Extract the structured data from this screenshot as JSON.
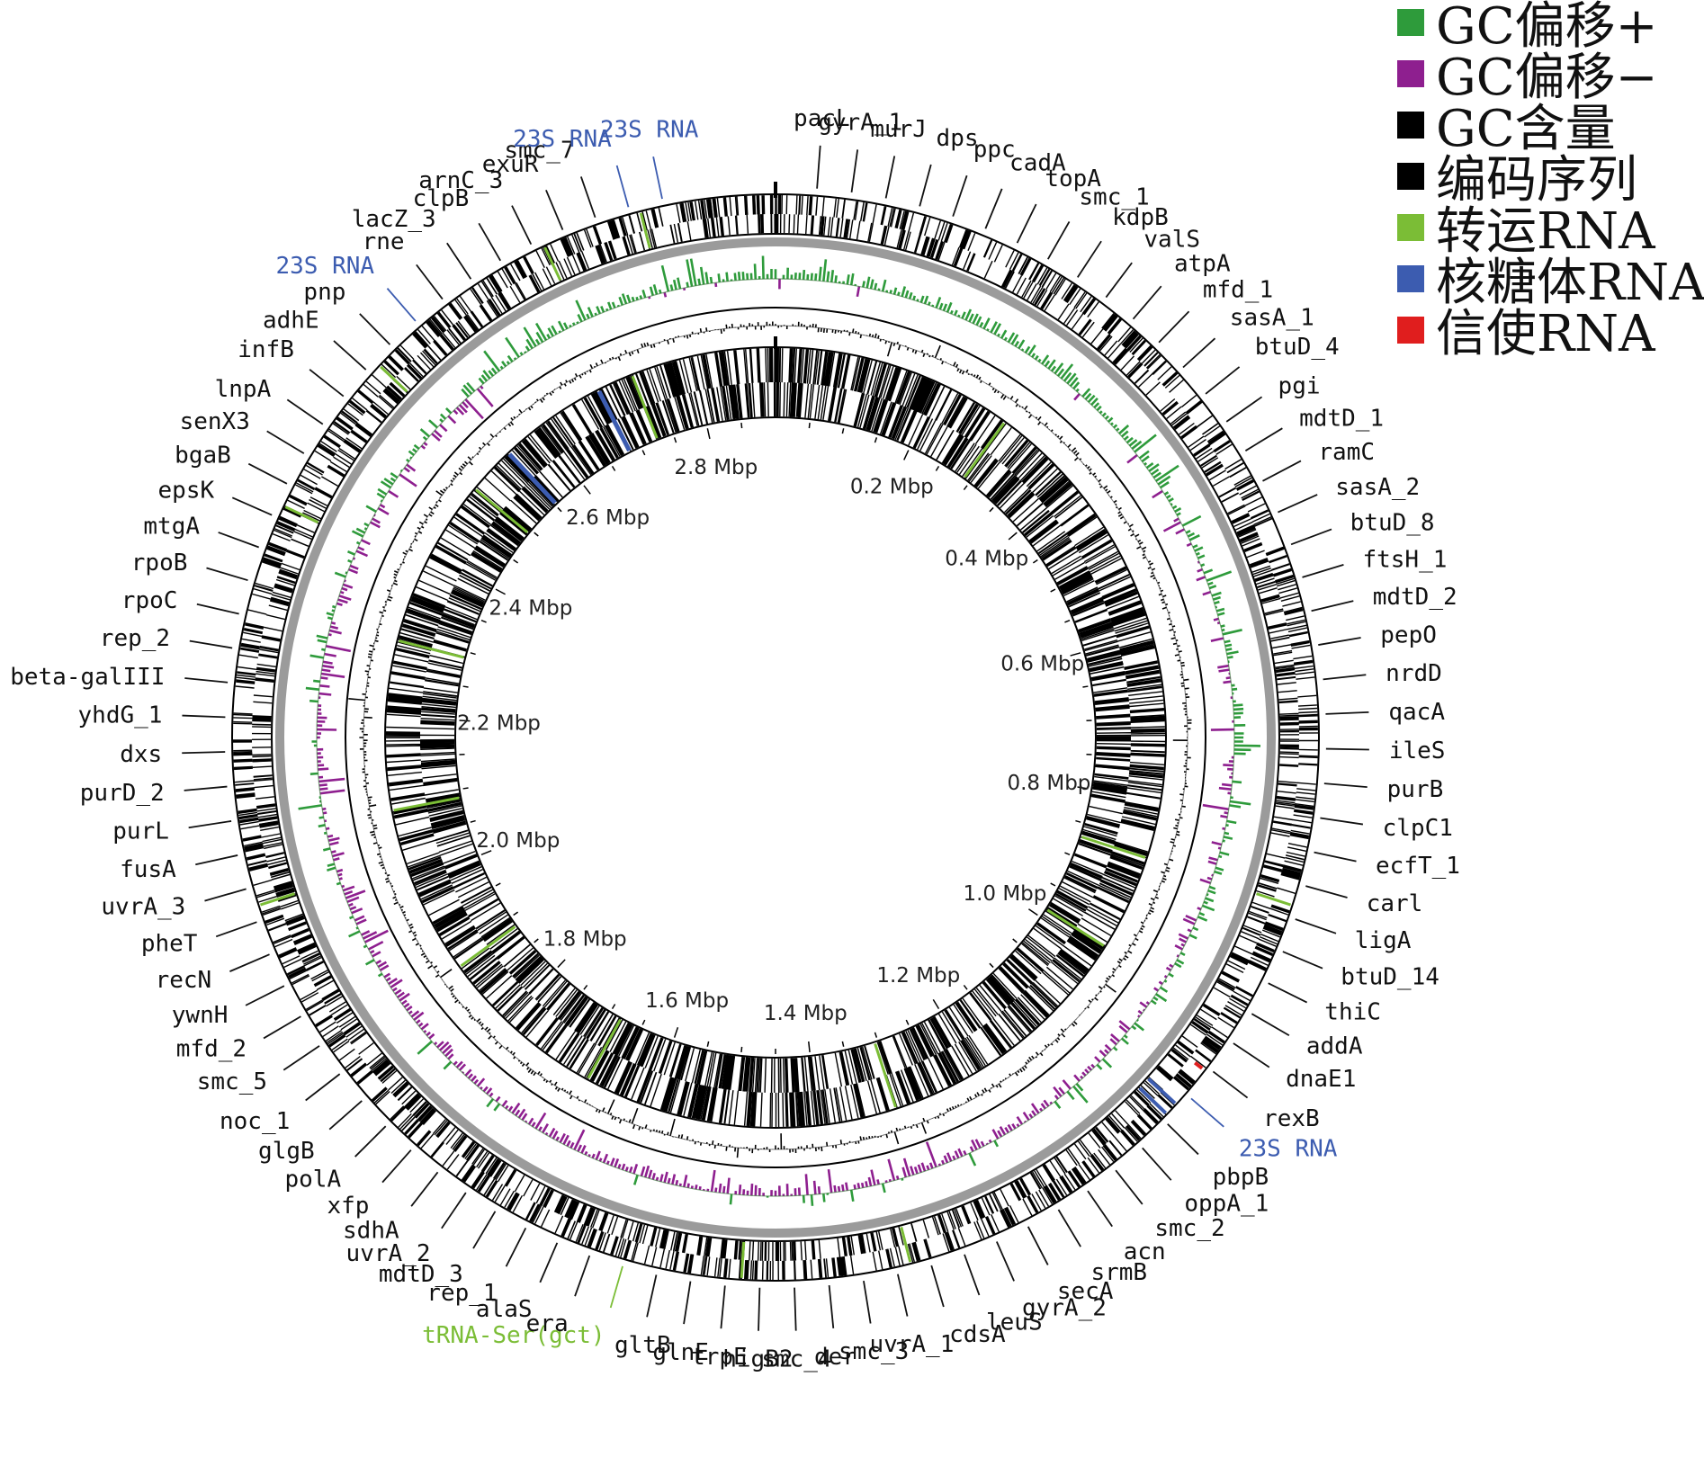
{
  "colors": {
    "gc_skew_plus": "#2e9b3b",
    "gc_skew_minus": "#8e1f8f",
    "gc_content": "#000000",
    "cds": "#000000",
    "trna": "#7bbd36",
    "rrna": "#3c5cb0",
    "mrna": "#e01e1e",
    "backbone": "#9b9b9b"
  },
  "legend": [
    {
      "label": "GC偏移+",
      "color": "#2e9b3b"
    },
    {
      "label": "GC偏移−",
      "color": "#8e1f8f"
    },
    {
      "label": "GC含量",
      "color": "#000000"
    },
    {
      "label": "编码序列",
      "color": "#000000"
    },
    {
      "label": "转运RNA",
      "color": "#7bbd36"
    },
    {
      "label": "核糖体RNA",
      "color": "#3c5cb0"
    },
    {
      "label": "信使RNA",
      "color": "#e01e1e"
    }
  ],
  "scale_labels": [
    "0.2 Mbp",
    "0.4 Mbp",
    "0.6 Mbp",
    "0.8 Mbp",
    "1.0 Mbp",
    "1.2 Mbp",
    "1.4 Mbp",
    "1.6 Mbp",
    "1.8 Mbp",
    "2.0 Mbp",
    "2.2 Mbp",
    "2.4 Mbp",
    "2.6 Mbp",
    "2.8 Mbp"
  ],
  "scale_positions_mbp": [
    0.2,
    0.4,
    0.6,
    0.8,
    1.0,
    1.2,
    1.4,
    1.6,
    1.8,
    2.0,
    2.2,
    2.4,
    2.6,
    2.8
  ],
  "genome_length_mbp": 2.9,
  "gene_labels": [
    {
      "name": "pacL",
      "type": "cds"
    },
    {
      "name": "gyrA_1",
      "type": "cds"
    },
    {
      "name": "murJ",
      "type": "cds"
    },
    {
      "name": "dps",
      "type": "cds"
    },
    {
      "name": "ppc",
      "type": "cds"
    },
    {
      "name": "cadA",
      "type": "cds"
    },
    {
      "name": "topA",
      "type": "cds"
    },
    {
      "name": "smc_1",
      "type": "cds"
    },
    {
      "name": "kdpB",
      "type": "cds"
    },
    {
      "name": "valS",
      "type": "cds"
    },
    {
      "name": "atpA",
      "type": "cds"
    },
    {
      "name": "mfd_1",
      "type": "cds"
    },
    {
      "name": "sasA_1",
      "type": "cds"
    },
    {
      "name": "btuD_4",
      "type": "cds"
    },
    {
      "name": "pgi",
      "type": "cds"
    },
    {
      "name": "mdtD_1",
      "type": "cds"
    },
    {
      "name": "ramC",
      "type": "cds"
    },
    {
      "name": "sasA_2",
      "type": "cds"
    },
    {
      "name": "btuD_8",
      "type": "cds"
    },
    {
      "name": "ftsH_1",
      "type": "cds"
    },
    {
      "name": "mdtD_2",
      "type": "cds"
    },
    {
      "name": "pepO",
      "type": "cds"
    },
    {
      "name": "nrdD",
      "type": "cds"
    },
    {
      "name": "qacA",
      "type": "cds"
    },
    {
      "name": "ileS",
      "type": "cds"
    },
    {
      "name": "purB",
      "type": "cds"
    },
    {
      "name": "clpC1",
      "type": "cds"
    },
    {
      "name": "ecfT_1",
      "type": "cds"
    },
    {
      "name": "carl",
      "type": "cds"
    },
    {
      "name": "ligA",
      "type": "cds"
    },
    {
      "name": "btuD_14",
      "type": "cds"
    },
    {
      "name": "thiC",
      "type": "cds"
    },
    {
      "name": "addA",
      "type": "cds"
    },
    {
      "name": "dnaE1",
      "type": "cds"
    },
    {
      "name": "rexB",
      "type": "cds"
    },
    {
      "name": "23S RNA",
      "type": "rrna"
    },
    {
      "name": "pbpB",
      "type": "cds"
    },
    {
      "name": "oppA_1",
      "type": "cds"
    },
    {
      "name": "smc_2",
      "type": "cds"
    },
    {
      "name": "acn",
      "type": "cds"
    },
    {
      "name": "srmB",
      "type": "cds"
    },
    {
      "name": "secA",
      "type": "cds"
    },
    {
      "name": "gyrA_2",
      "type": "cds"
    },
    {
      "name": "leuS",
      "type": "cds"
    },
    {
      "name": "cdsA",
      "type": "cds"
    },
    {
      "name": "uvrA_1",
      "type": "cds"
    },
    {
      "name": "smc_3",
      "type": "cds"
    },
    {
      "name": "der",
      "type": "cds"
    },
    {
      "name": "smc_4",
      "type": "cds"
    },
    {
      "name": "higB2",
      "type": "cds"
    },
    {
      "name": "trpE",
      "type": "cds"
    },
    {
      "name": "glnE",
      "type": "cds"
    },
    {
      "name": "gltB",
      "type": "cds"
    },
    {
      "name": "tRNA-Ser(gct)",
      "type": "trna"
    },
    {
      "name": "era",
      "type": "cds"
    },
    {
      "name": "alaS",
      "type": "cds"
    },
    {
      "name": "rep_1",
      "type": "cds"
    },
    {
      "name": "mdtD_3",
      "type": "cds"
    },
    {
      "name": "uvrA_2",
      "type": "cds"
    },
    {
      "name": "sdhA",
      "type": "cds"
    },
    {
      "name": "xfp",
      "type": "cds"
    },
    {
      "name": "polA",
      "type": "cds"
    },
    {
      "name": "glgB",
      "type": "cds"
    },
    {
      "name": "noc_1",
      "type": "cds"
    },
    {
      "name": "smc_5",
      "type": "cds"
    },
    {
      "name": "mfd_2",
      "type": "cds"
    },
    {
      "name": "ywnH",
      "type": "cds"
    },
    {
      "name": "recN",
      "type": "cds"
    },
    {
      "name": "pheT",
      "type": "cds"
    },
    {
      "name": "uvrA_3",
      "type": "cds"
    },
    {
      "name": "fusA",
      "type": "cds"
    },
    {
      "name": "purL",
      "type": "cds"
    },
    {
      "name": "purD_2",
      "type": "cds"
    },
    {
      "name": "dxs",
      "type": "cds"
    },
    {
      "name": "yhdG_1",
      "type": "cds"
    },
    {
      "name": "beta-galIII",
      "type": "cds"
    },
    {
      "name": "rep_2",
      "type": "cds"
    },
    {
      "name": "rpoC",
      "type": "cds"
    },
    {
      "name": "rpoB",
      "type": "cds"
    },
    {
      "name": "mtgA",
      "type": "cds"
    },
    {
      "name": "epsK",
      "type": "cds"
    },
    {
      "name": "bgaB",
      "type": "cds"
    },
    {
      "name": "senX3",
      "type": "cds"
    },
    {
      "name": "lnpA",
      "type": "cds"
    },
    {
      "name": "infB",
      "type": "cds"
    },
    {
      "name": "adhE",
      "type": "cds"
    },
    {
      "name": "pnp",
      "type": "cds"
    },
    {
      "name": "23S RNA",
      "type": "rrna"
    },
    {
      "name": "rne",
      "type": "cds"
    },
    {
      "name": "lacZ_3",
      "type": "cds"
    },
    {
      "name": "clpB",
      "type": "cds"
    },
    {
      "name": "arnC_3",
      "type": "cds"
    },
    {
      "name": "exuR",
      "type": "cds"
    },
    {
      "name": "smc_7",
      "type": "cds"
    },
    {
      "name": "23S RNA",
      "type": "rrna"
    },
    {
      "name": "23S RNA",
      "type": "rrna"
    }
  ]
}
